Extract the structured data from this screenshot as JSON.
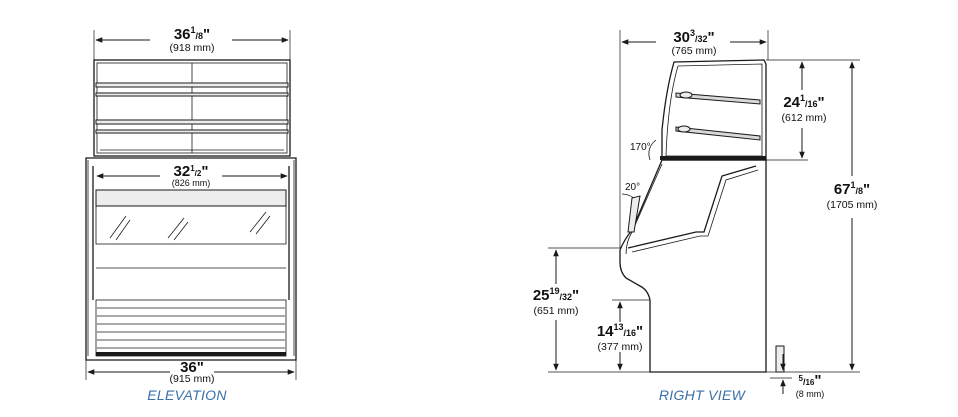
{
  "views": {
    "elevation": "ELEVATION",
    "right": "RIGHT VIEW"
  },
  "elevation": {
    "top_width": {
      "whole": "36",
      "num": "1",
      "den": "8",
      "unit": "\"",
      "mm": "(918 mm)"
    },
    "inner_width": {
      "whole": "32",
      "num": "1",
      "den": "2",
      "unit": "\"",
      "mm": "(826 mm)"
    },
    "base_width": {
      "whole": "36",
      "unit": "\"",
      "mm": "(915 mm)"
    }
  },
  "right": {
    "depth": {
      "whole": "30",
      "num": "3",
      "den": "32",
      "unit": "\"",
      "mm": "(765 mm)"
    },
    "upper_height": {
      "whole": "24",
      "num": "1",
      "den": "16",
      "unit": "\"",
      "mm": "(612 mm)"
    },
    "total_height": {
      "whole": "67",
      "num": "1",
      "den": "8",
      "unit": "\"",
      "mm": "(1705 mm)"
    },
    "counter_height": {
      "whole": "25",
      "num": "19",
      "den": "32",
      "unit": "\"",
      "mm": "(651 mm)"
    },
    "toe_height": {
      "whole": "14",
      "num": "13",
      "den": "16",
      "unit": "\"",
      "mm": "(377 mm)"
    },
    "foot_height": {
      "num": "5",
      "den": "16",
      "unit": "\"",
      "mm": "(8 mm)"
    },
    "angle_glass": "170°",
    "angle_shelf": "20°"
  }
}
